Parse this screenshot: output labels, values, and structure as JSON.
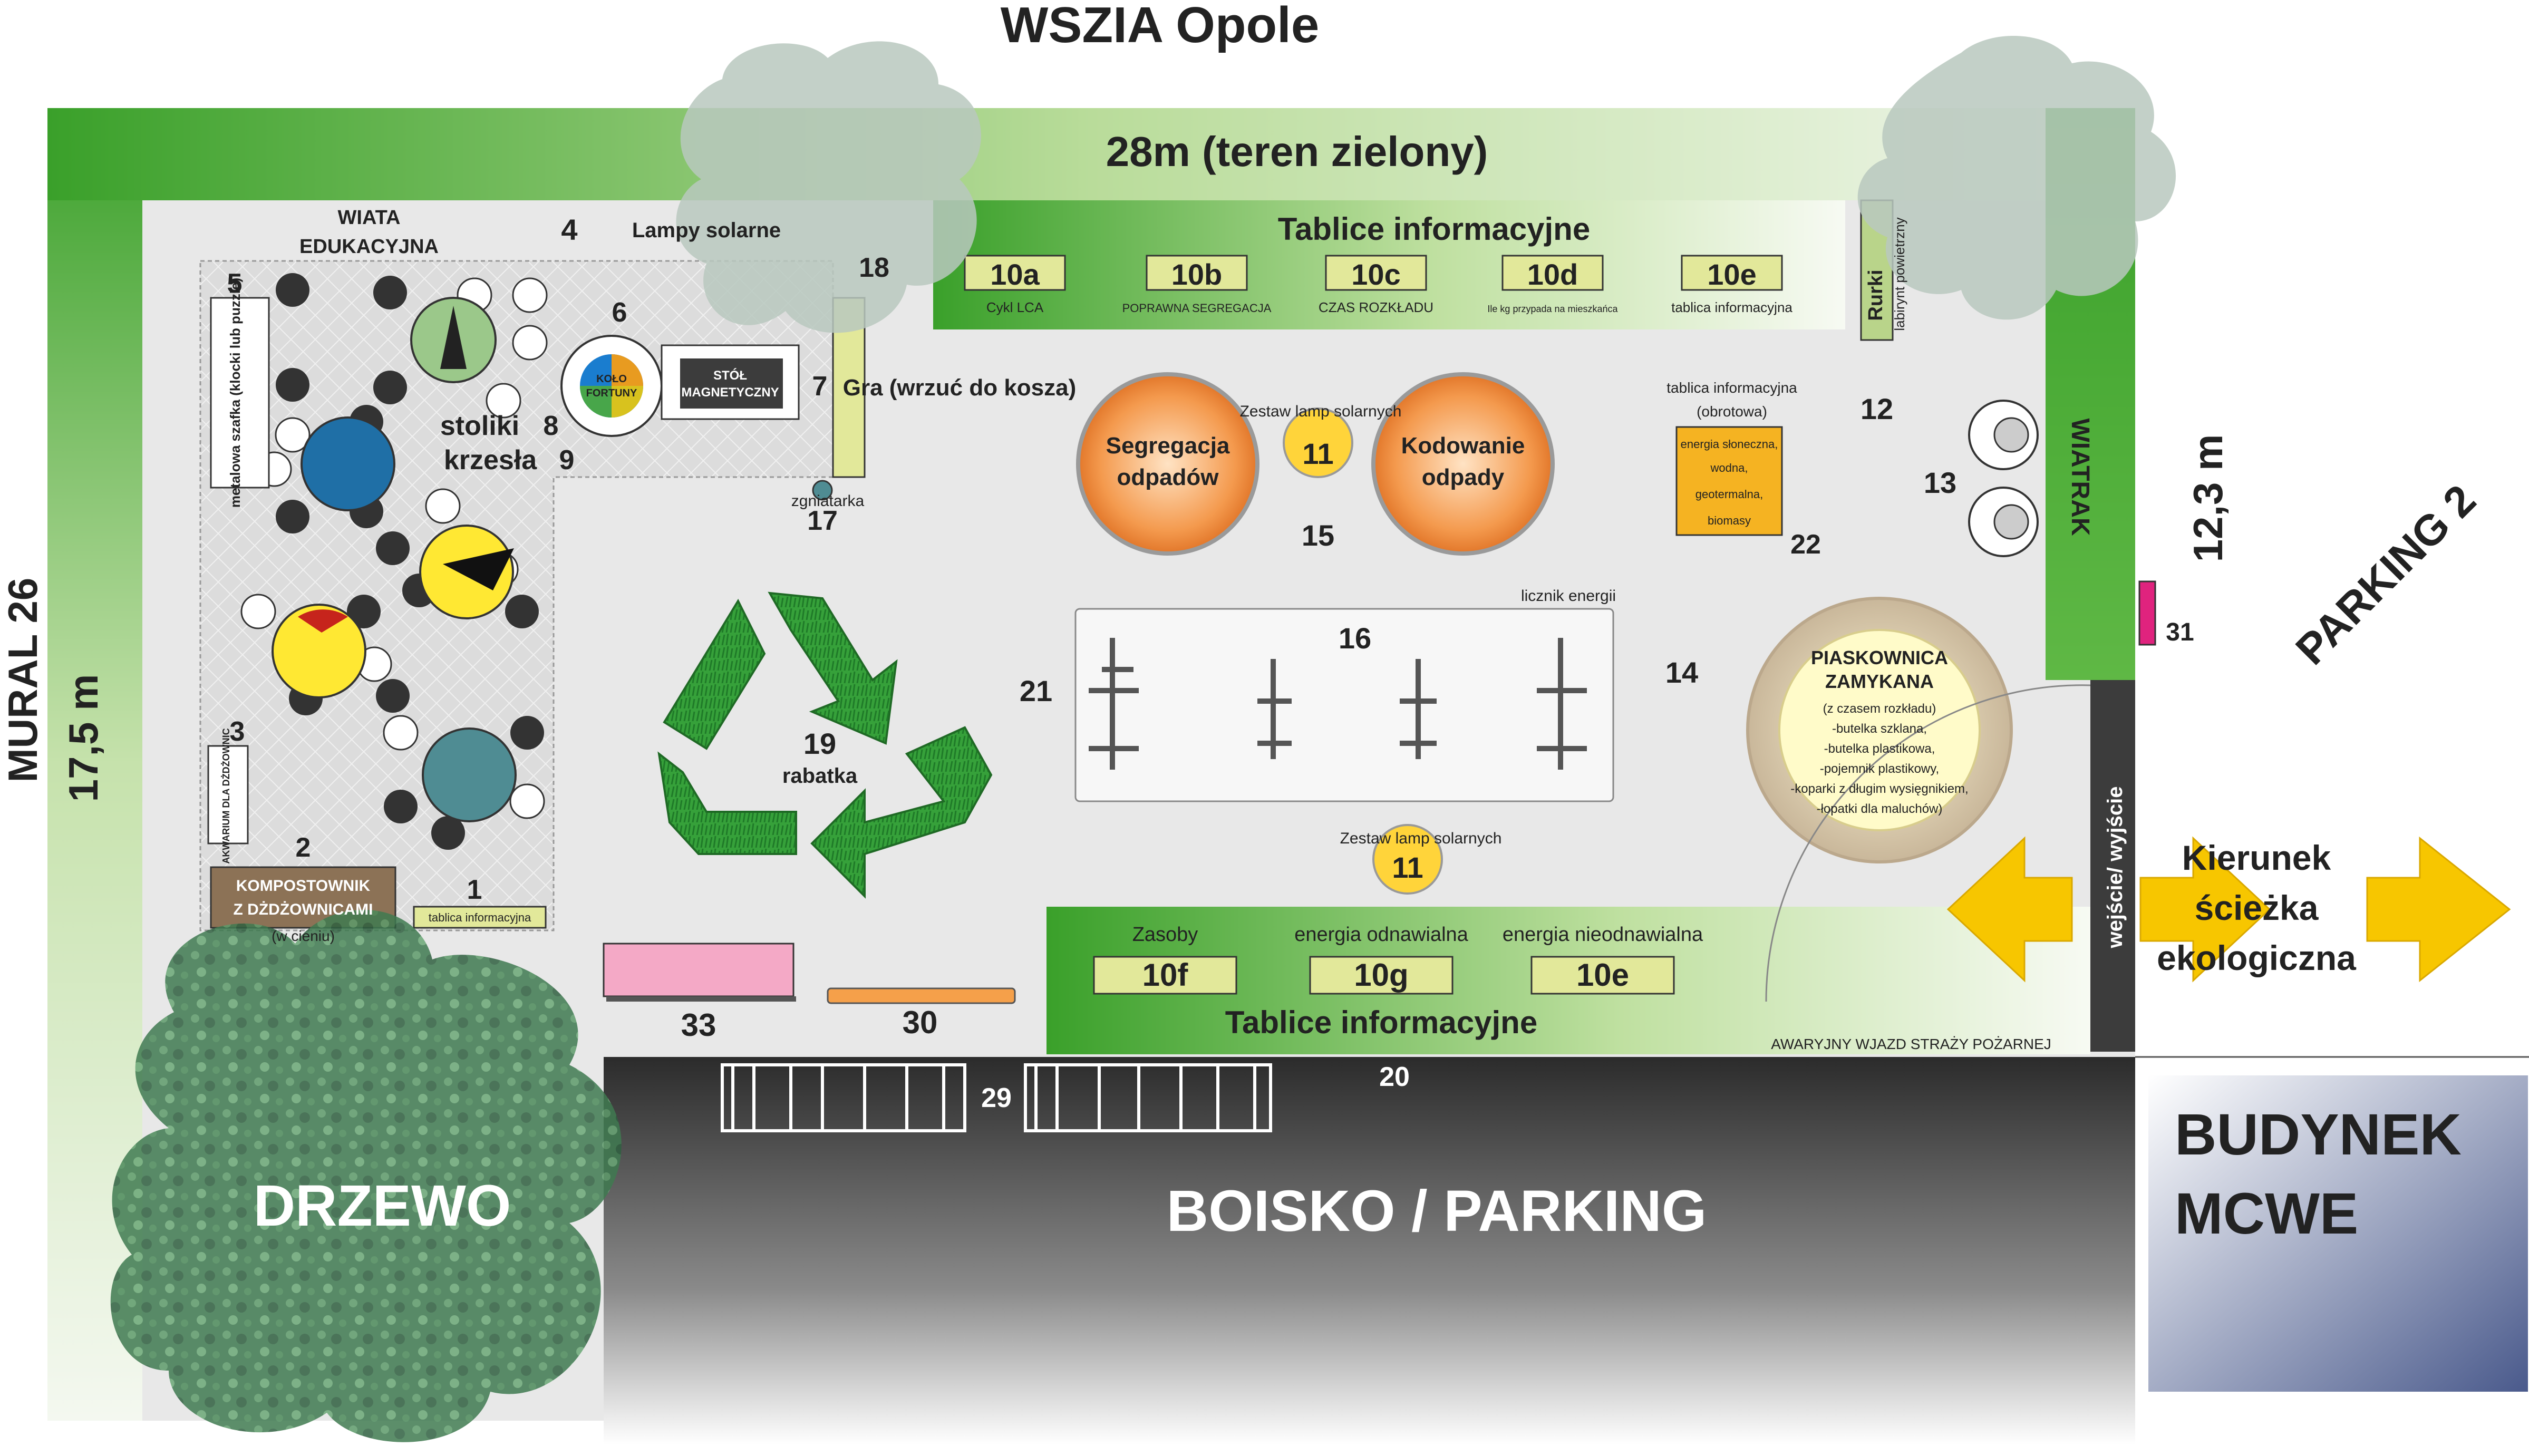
{
  "title": "WSZIA Opole",
  "green_strip_label": "28m (teren zielony)",
  "left_labels": {
    "mural": "MURAL 26",
    "length": "17,5 m"
  },
  "right_labels": {
    "height": "12,3 m",
    "parking": "PARKING 2"
  },
  "wiata": {
    "title": "WIATA EDUKACYJNA",
    "number": "4",
    "lamps": "Lampy solarne"
  },
  "items": {
    "n5": "5",
    "szafka": "metalowa szafka (klocki lub puzzle)",
    "n6": "6",
    "kolo": "KOŁO FORTUNY",
    "stol": "STÓŁ MAGNETYCZNY",
    "n7": "7",
    "n18": "18",
    "gra": "Gra (wrzuć do kosza)",
    "stoliki": "stoliki",
    "n8": "8",
    "krzesla": "krzesła",
    "n9": "9",
    "zgniatarka": "zgniatarka",
    "n17": "17",
    "n3": "3",
    "akwarium": "AKWARIUM DLA DŻDŻOWNIC",
    "n2": "2",
    "kompostownik": "KOMPOSTOWNIK Z DŻDŻOWNICAMI",
    "w_cieniu": "(w cieniu)",
    "n1": "1",
    "tablica1": "tablica informacyjna"
  },
  "top_boards": {
    "title": "Tablice informacyjne",
    "boards": [
      {
        "id": "10a",
        "caption": "Cykl LCA"
      },
      {
        "id": "10b",
        "caption": "POPRAWNA SEGREGACJA"
      },
      {
        "id": "10c",
        "caption": "CZAS ROZKŁADU"
      },
      {
        "id": "10d",
        "caption": "Ile kg przypada na mieszkańca"
      },
      {
        "id": "10e",
        "caption": "tablica informacyjna"
      }
    ]
  },
  "rurki": {
    "label": "Rurki",
    "sub": "labirynt powietrzny",
    "number": "12"
  },
  "wiatrak": {
    "label": "WIATRAK",
    "number": "13"
  },
  "tablica_obrotowa": {
    "title": "tablica informacyjna (obrotowa)",
    "lines": [
      "energia słoneczna,",
      "wodna,",
      "geotermalna,",
      "biomasy"
    ],
    "number": "22"
  },
  "center": {
    "segregacja": "Segregacja odpadów",
    "kodowanie": "Kodowanie odpady",
    "zestaw": "Zestaw lamp solarnych",
    "n11": "11",
    "n15": "15",
    "licznik": "licznik energii",
    "n16": "16",
    "n21": "21",
    "n14": "14",
    "n19": "19",
    "rabatka": "rabatka",
    "zestaw2": "Zestaw lamp solarnych",
    "n11b": "11"
  },
  "piaskownica": {
    "title": "PIASKOWNICA ZAMYKANA",
    "lines": [
      "(z czasem rozkładu)",
      "-butelka szklana,",
      "-butelka plastikowa,",
      "-pojemnik plastikowy,",
      "-koparki z długim wysięgnikiem,",
      "-łopatki dla maluchów)"
    ]
  },
  "n31": "31",
  "entrance": "wejście/ wyjście",
  "direction": [
    "Kierunek",
    "ścieżka",
    "ekologiczna"
  ],
  "bottom_boards": {
    "title": "Tablice informacyjne",
    "boards": [
      {
        "caption": "Zasoby",
        "id": "10f"
      },
      {
        "caption": "energia odnawialna",
        "id": "10g"
      },
      {
        "caption": "energia nieodnawialna",
        "id": "10e"
      }
    ]
  },
  "awaryjny": "AWARYJNY WJAZD STRAŻY POŻARNEJ",
  "n33": "33",
  "n30": "30",
  "n29": "29",
  "n20": "20",
  "drzewo": "DRZEWO",
  "boisko": "BOISKO / PARKING",
  "budynek": [
    "BUDYNEK",
    "MCWE"
  ],
  "colors": {
    "green_dark": "#3aa02a",
    "green_light": "#c5e0a8",
    "board_fill": "#e2e89a",
    "orange": "#f08c3c",
    "yellow": "#ffe833",
    "arrow": "#f7c600",
    "asphalt": "#3a3a3a",
    "building": "#4a5a8c",
    "tree": "#3f7a50"
  }
}
